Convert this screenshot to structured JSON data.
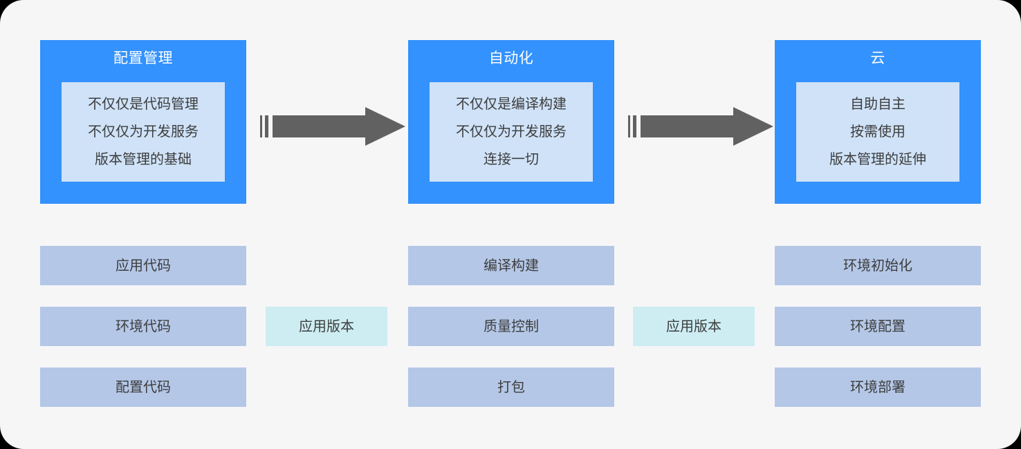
{
  "theme": {
    "page_bg": "#F6F6F7",
    "card_blue": "#3392FD",
    "card_inner_blue": "#CFE2F8",
    "stage_box": "#B4C7E7",
    "version_box": "#CDEDF2",
    "arrow_gray": "#616161",
    "text_dark": "#3D3D3D",
    "title_white": "#FFFFFF"
  },
  "columns": [
    {
      "title": "配置管理",
      "detail_lines": [
        "不仅仅是代码管理",
        "不仅仅为开发服务",
        "版本管理的基础"
      ],
      "stages": [
        "应用代码",
        "环境代码",
        "配置代码"
      ]
    },
    {
      "title": "自动化",
      "detail_lines": [
        "不仅仅是编译构建",
        "不仅仅为开发服务",
        "连接一切"
      ],
      "stages": [
        "编译构建",
        "质量控制",
        "打包"
      ]
    },
    {
      "title": "云",
      "detail_lines": [
        "自助自主",
        "按需使用",
        "版本管理的延伸"
      ],
      "stages": [
        "环境初始化",
        "环境配置",
        "环境部署"
      ]
    }
  ],
  "connectors": [
    {
      "icon": "right-arrow-icon",
      "version_label": "应用版本"
    },
    {
      "icon": "right-arrow-icon",
      "version_label": "应用版本"
    }
  ]
}
